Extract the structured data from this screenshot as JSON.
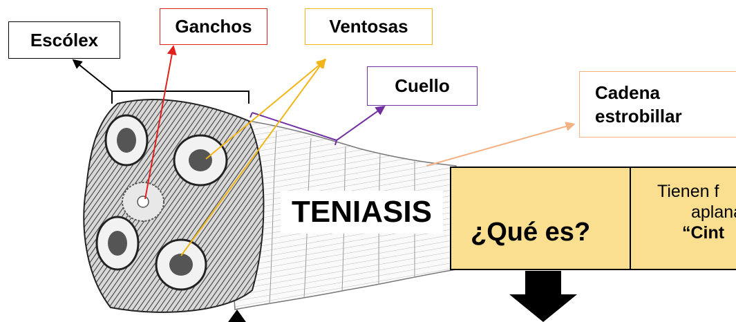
{
  "labels": {
    "escolex": "Escólex",
    "ganchos": "Ganchos",
    "ventosas": "Ventosas",
    "cuello": "Cuello",
    "cadena_line1": "Cadena",
    "cadena_line2": "estrobillar"
  },
  "title": "TENIASIS",
  "question": "¿Qué es?",
  "definition": {
    "line1": "Tienen f",
    "line2": "aplana",
    "line3": "“Cint"
  },
  "colors": {
    "ganchos": "#e0201d",
    "ventosas": "#f2b517",
    "cuello": "#7030a0",
    "cadena": "#f4b183",
    "panel": "#f9df8f"
  }
}
